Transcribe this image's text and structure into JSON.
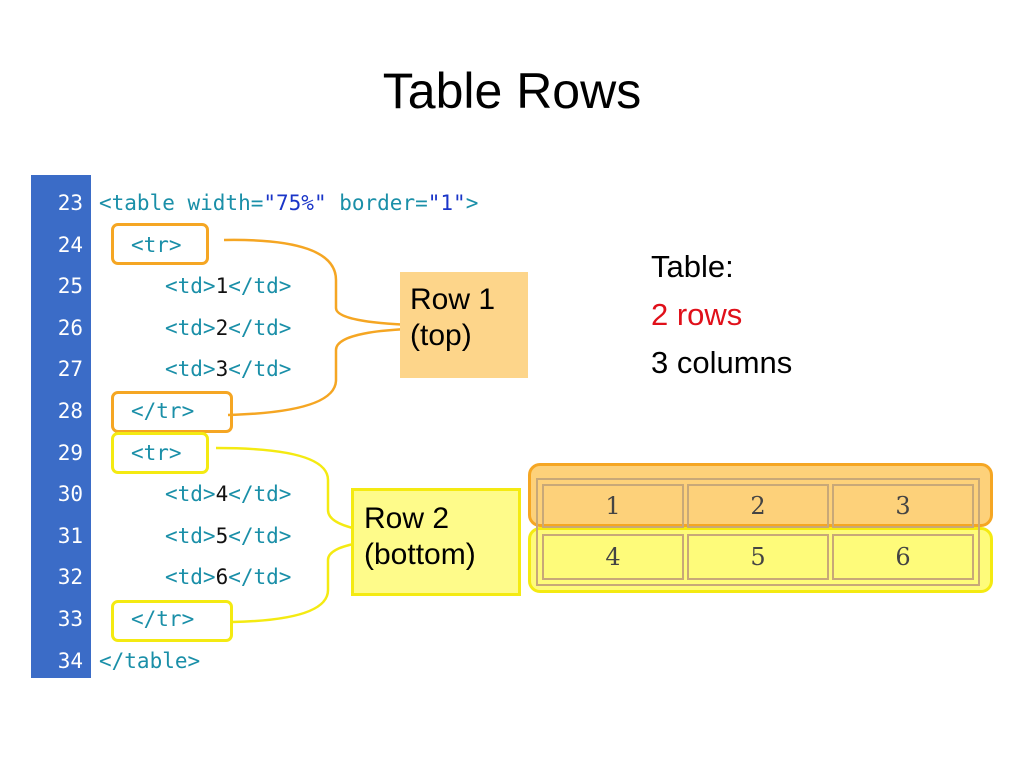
{
  "slide": {
    "title": "Table Rows"
  },
  "code": {
    "lines": [
      {
        "num": "23",
        "tag_open": "<table width=",
        "attr1": "\"75%\"",
        "mid": " border=",
        "attr2": "\"1\"",
        "tag_close": ">"
      },
      {
        "num": "24",
        "text": "<tr>"
      },
      {
        "num": "25",
        "pre": "<td>",
        "val": "1",
        "post": "</td>"
      },
      {
        "num": "26",
        "pre": "<td>",
        "val": "2",
        "post": "</td>"
      },
      {
        "num": "27",
        "pre": "<td>",
        "val": "3",
        "post": "</td>"
      },
      {
        "num": "28",
        "text": "</tr>"
      },
      {
        "num": "29",
        "text": "<tr>"
      },
      {
        "num": "30",
        "pre": "<td>",
        "val": "4",
        "post": "</td>"
      },
      {
        "num": "31",
        "pre": "<td>",
        "val": "5",
        "post": "</td>"
      },
      {
        "num": "32",
        "pre": "<td>",
        "val": "6",
        "post": "</td>"
      },
      {
        "num": "33",
        "text": "</tr>"
      },
      {
        "num": "34",
        "text": "</table>"
      }
    ]
  },
  "labels": {
    "row1_line1": "Row 1",
    "row1_line2": "(top)",
    "row2_line1": "Row 2",
    "row2_line2": "(bottom)"
  },
  "info": {
    "line1": "Table:",
    "line2": "2 rows",
    "line3": "3 columns"
  },
  "table": {
    "rows": [
      [
        "1",
        "2",
        "3"
      ],
      [
        "4",
        "5",
        "6"
      ]
    ]
  },
  "colors": {
    "gutter": "#3b6cc7",
    "row1_accent": "#f5a623",
    "row2_accent": "#f4ea12",
    "rows_text": "#e0101a"
  }
}
